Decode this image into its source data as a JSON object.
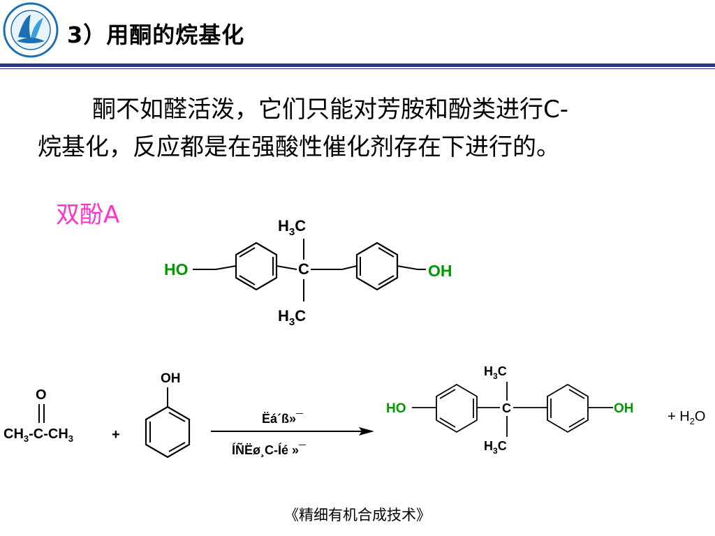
{
  "header": {
    "title": "3）用酮的烷基化"
  },
  "body": {
    "line1": "酮不如醛活泼，它们只能对芳胺和酚类进行C-",
    "line2": "烷基化，反应都是在强酸性催化剂存在下进行的。"
  },
  "bisphenol_label": "双酚A",
  "structure_top": {
    "methyl_top": "H",
    "methyl_top_sub": "3",
    "methyl_top_c": "C",
    "center": "C",
    "methyl_bottom": "H",
    "methyl_bottom_sub": "3",
    "methyl_bottom_c": "C",
    "left_group": "HO",
    "right_group": "OH"
  },
  "reaction": {
    "carbonyl_o": "O",
    "acetone_ch3_left": "CH",
    "acetone_sub1": "3",
    "acetone_mid": "-C-CH",
    "acetone_sub2": "3",
    "plus1": "+",
    "phenol_oh": "OH",
    "arrow_top": "Ëá´ß»¯",
    "arrow_bottom": "ÍÑËø¸C-Íé »¯",
    "product_methyl_top": "H",
    "product_methyl_top_sub": "3",
    "product_methyl_top_c": "C",
    "product_center": "C",
    "product_methyl_bottom": "H",
    "product_methyl_bottom_sub": "3",
    "product_methyl_bottom_c": "C",
    "product_left": "HO",
    "product_right": "OH",
    "water_plus": "+ H",
    "water_sub": "2",
    "water_o": "O"
  },
  "footer": "《精细有机合成技术》",
  "colors": {
    "title_rule": "#2b3590",
    "group_green": "#009900",
    "label_pink": "#ff33cc",
    "logo_blue": "#1a6fb5"
  },
  "icons": {
    "logo": "school-logo-icon"
  }
}
